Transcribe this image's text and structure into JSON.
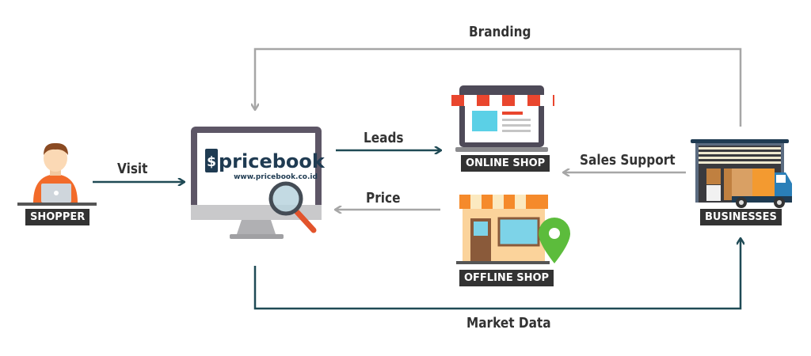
{
  "nodes": {
    "shopper": "SHOPPER",
    "online_shop": "ONLINE SHOP",
    "offline_shop": "OFFLINE SHOP",
    "businesses": "BUSINESSES"
  },
  "logo": {
    "brand": "pricebook",
    "url": "www.pricebook.co.id"
  },
  "flows": {
    "branding": "Branding",
    "visit": "Visit",
    "leads": "Leads",
    "price": "Price",
    "sales_support": "Sales Support",
    "market_data": "Market Data"
  },
  "colors": {
    "dark_arrow": "#1f4a55",
    "gray_arrow": "#a6a6a6",
    "tag_bg": "#333333"
  }
}
